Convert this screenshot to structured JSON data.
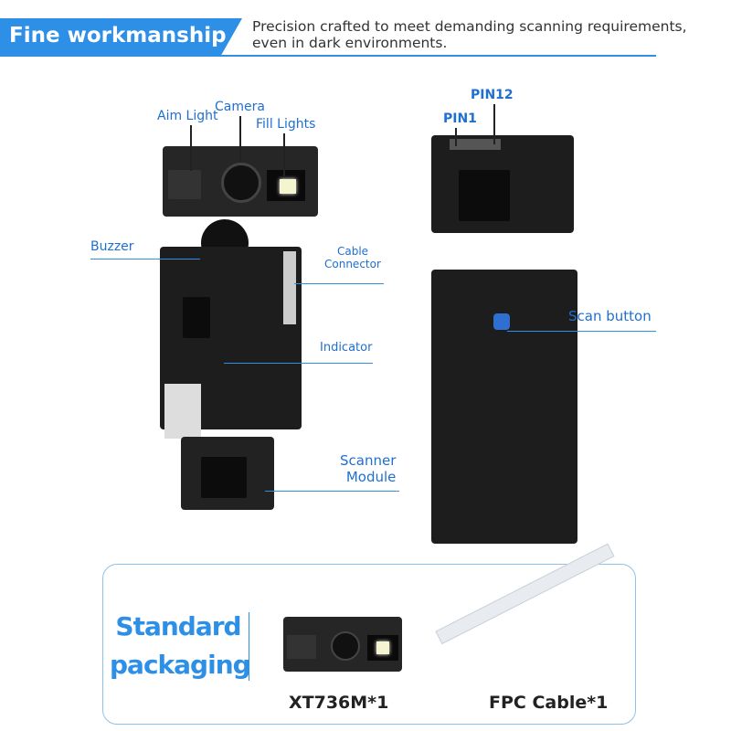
{
  "header": {
    "title": "Fine workmanship",
    "subtitle_line1": "Precision crafted to meet demanding scanning requirements,",
    "subtitle_line2": "even in dark environments."
  },
  "callouts": {
    "aim_light": "Aim Light",
    "camera": "Camera",
    "fill_lights": "Fill Lights",
    "pin12": "PIN12",
    "pin1": "PIN1",
    "buzzer": "Buzzer",
    "cable_connector_1": "Cable",
    "cable_connector_2": "Connector",
    "indicator": "Indicator",
    "scanner_module_1": "Scanner",
    "scanner_module_2": "Module",
    "scan_button": "Scan button"
  },
  "packaging": {
    "title_line1": "Standard",
    "title_line2": "packaging",
    "items": [
      {
        "label": "XT736M*1"
      },
      {
        "label": "FPC Cable*1"
      }
    ]
  },
  "colors": {
    "accent": "#2d8fe6",
    "label": "#1f6fd0"
  }
}
